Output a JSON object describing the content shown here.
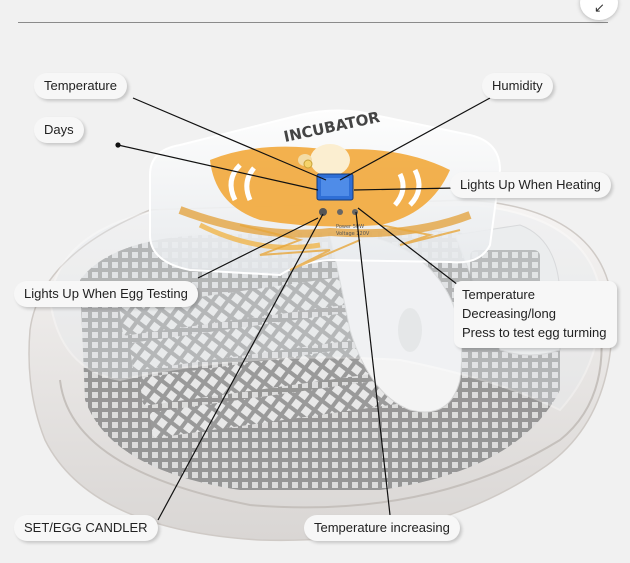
{
  "labels": {
    "temperature": "Temperature",
    "humidity": "Humidity",
    "days": "Days",
    "heating": "Lights Up When Heating",
    "egg_testing": "Lights Up When Egg Testing",
    "temp_dec_1": "Temperature",
    "temp_dec_2": "Decreasing/long",
    "temp_dec_3": "Press to test egg turming",
    "set_candler": "SET/EGG CANDLER",
    "temp_inc": "Temperature increasing"
  },
  "product": {
    "brand_logo": "INCUBATOR"
  },
  "corner_icon": "collapse-arrow-icon"
}
